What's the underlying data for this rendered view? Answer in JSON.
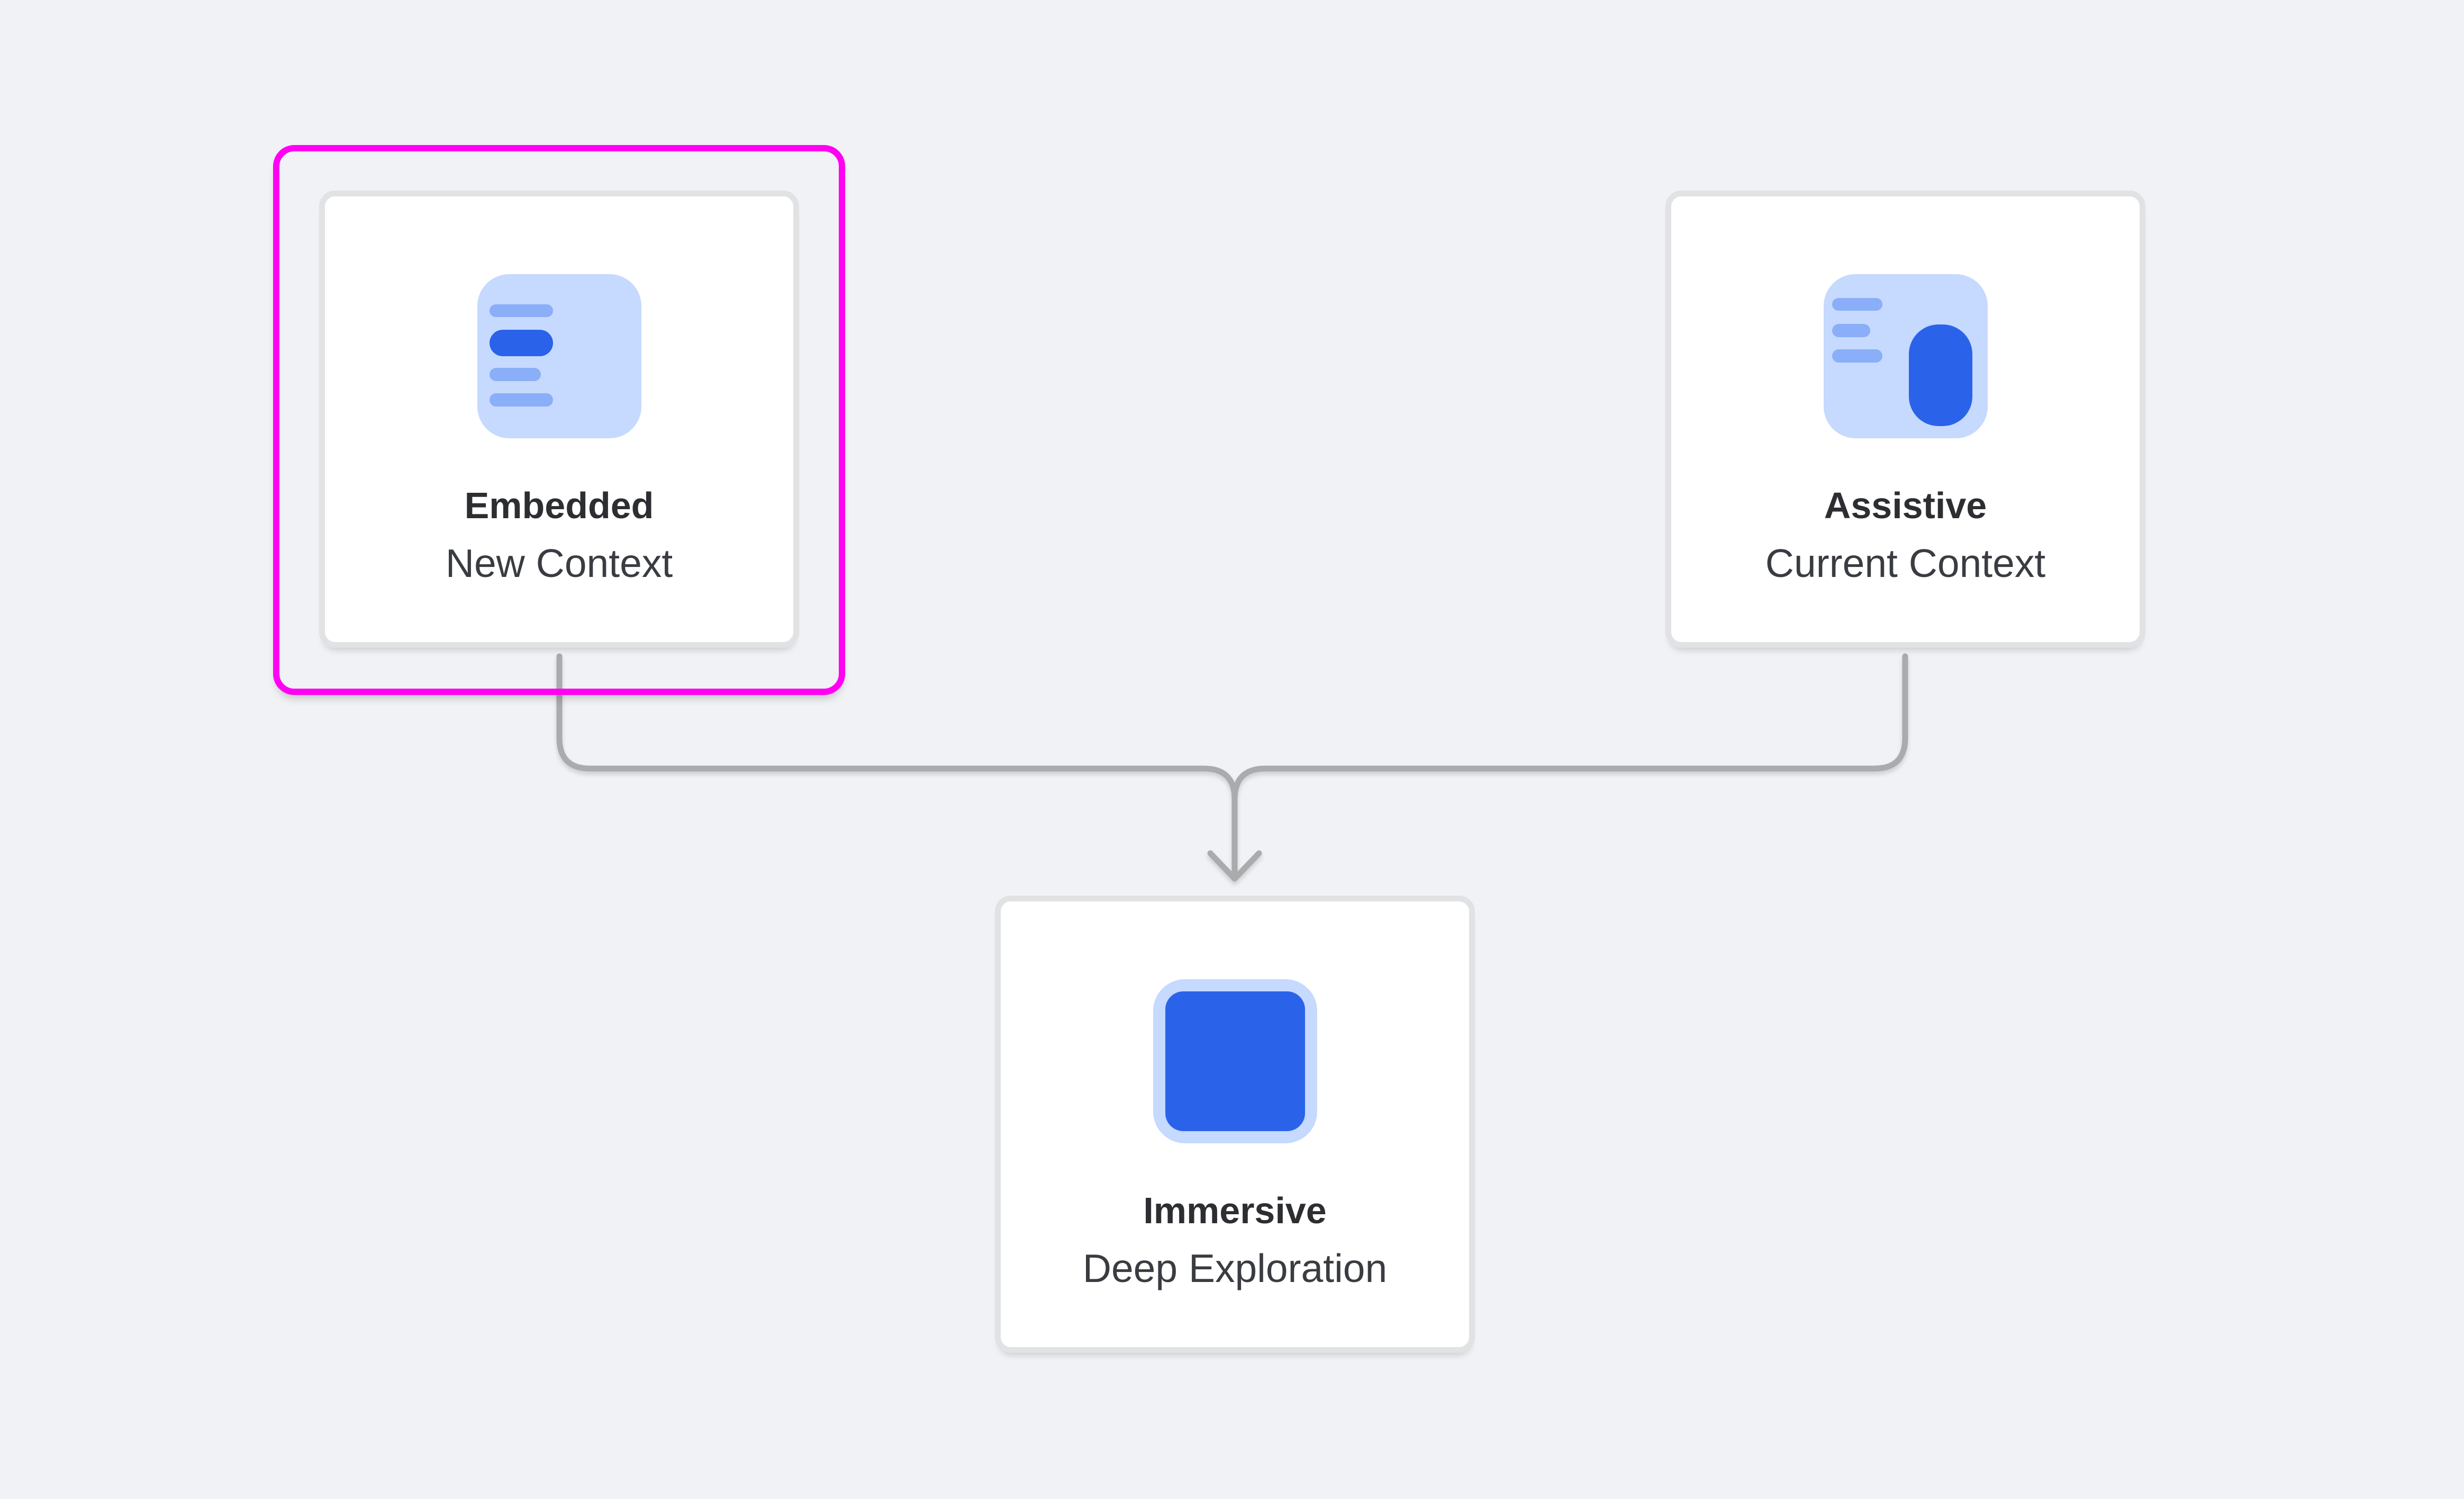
{
  "diagram": {
    "nodes": [
      {
        "key": "embedded",
        "title": "Embedded",
        "subtitle": "New Context",
        "icon": "document-text-icon",
        "highlighted": true
      },
      {
        "key": "assistive",
        "title": "Assistive",
        "subtitle": "Current Context",
        "icon": "side-panel-icon",
        "highlighted": false
      },
      {
        "key": "immersive",
        "title": "Immersive",
        "subtitle": "Deep Exploration",
        "icon": "filled-square-icon",
        "highlighted": false
      }
    ],
    "edges": [
      {
        "from": "embedded",
        "to": "immersive"
      },
      {
        "from": "assistive",
        "to": "immersive"
      }
    ],
    "colors": {
      "background": "#f0f2f6",
      "card_bg": "#ffffff",
      "card_border": "#e1e2e4",
      "highlight": "#ff00f2",
      "connector": "#aaabad",
      "title": "#2c2e32",
      "subtitle": "#393c41",
      "icon_light_blue": "#c6d9fe",
      "icon_mid_blue": "#8aaef8",
      "icon_dark_blue": "#2a63ea"
    }
  }
}
